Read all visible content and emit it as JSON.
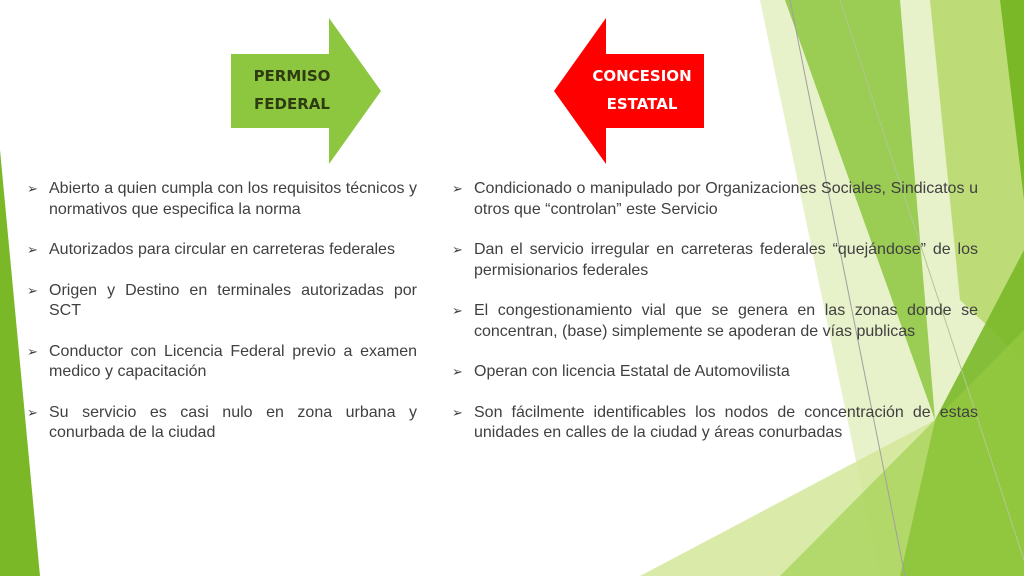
{
  "colors": {
    "green_arrow": "#8DC63F",
    "red_arrow": "#FF0000",
    "green_label_text": "#2F3B10",
    "red_label_text": "#FFFFFF",
    "accent_green": "#7AB828",
    "light_green": "#C6E07A"
  },
  "left_arrow": {
    "line1": "PERMISO",
    "line2": "FEDERAL"
  },
  "right_arrow": {
    "line1": "CONCESION",
    "line2": "ESTATAL"
  },
  "bullet_icon": "arrowhead-bullet-icon",
  "left_column": {
    "items": [
      "Abierto a quien cumpla con los requisitos técnicos y normativos que especifica la norma",
      "Autorizados para circular en carreteras federales",
      "Origen y Destino en terminales autorizadas por SCT",
      "Conductor con Licencia Federal previo a examen medico y capacitación",
      "Su servicio es casi nulo en zona urbana y conurbada de la ciudad"
    ]
  },
  "right_column": {
    "items": [
      "Condicionado o manipulado por Organizaciones Sociales, Sindicatos u otros que “controlan” este Servicio",
      "Dan el servicio irregular en carreteras federales “quejándose” de los permisionarios federales",
      "El congestionamiento vial que se genera en las zonas donde se concentran, (base) simplemente se apoderan de vías publicas",
      "Operan con licencia Estatal de Automovilista",
      "Son fácilmente identificables los nodos de concentración de estas unidades en calles de la ciudad y áreas conurbadas"
    ]
  }
}
